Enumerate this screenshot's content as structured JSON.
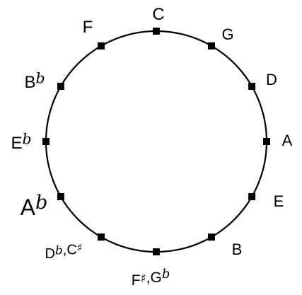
{
  "diagram": {
    "notes": [
      {
        "name": "C",
        "label_parts": [
          {
            "text": "C"
          }
        ]
      },
      {
        "name": "G",
        "label_parts": [
          {
            "text": "G"
          }
        ]
      },
      {
        "name": "D",
        "label_parts": [
          {
            "text": "D"
          }
        ]
      },
      {
        "name": "A",
        "label_parts": [
          {
            "text": "A"
          }
        ]
      },
      {
        "name": "E",
        "label_parts": [
          {
            "text": "E"
          }
        ]
      },
      {
        "name": "B",
        "label_parts": [
          {
            "text": "B"
          }
        ]
      },
      {
        "name": "F♯,G♭",
        "label_parts": [
          {
            "text": "F"
          },
          {
            "text": "♯",
            "acc": "sharp"
          },
          {
            "text": ",G"
          },
          {
            "text": "b",
            "acc": "flat"
          }
        ]
      },
      {
        "name": "D♭,C♯",
        "label_parts": [
          {
            "text": "D"
          },
          {
            "text": "b",
            "acc": "flat"
          },
          {
            "text": ",C"
          },
          {
            "text": "♯",
            "acc": "sharp"
          }
        ]
      },
      {
        "name": "A♭",
        "label_parts": [
          {
            "text": "A"
          },
          {
            "text": "b",
            "acc": "flat"
          }
        ]
      },
      {
        "name": "E♭",
        "label_parts": [
          {
            "text": "E"
          },
          {
            "text": "b",
            "acc": "flat"
          }
        ]
      },
      {
        "name": "B♭",
        "label_parts": [
          {
            "text": "B"
          },
          {
            "text": "b",
            "acc": "flat"
          }
        ]
      },
      {
        "name": "F",
        "label_parts": [
          {
            "text": "F"
          }
        ]
      }
    ],
    "colors": {
      "stroke": "#000000",
      "marker": "#000000",
      "background": "#ffffff"
    }
  }
}
